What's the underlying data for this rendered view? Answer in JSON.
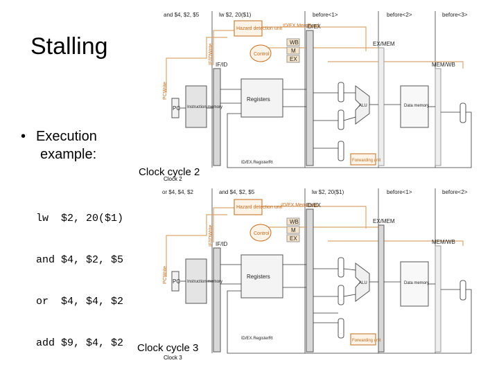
{
  "slide": {
    "title": "Stalling",
    "bullet_line1": "Execution",
    "bullet_line2": "example:",
    "code_lines": [
      "lw  $2, 20($1)",
      "and $4, $2, $5",
      "or  $4, $4, $2",
      "add $9, $4, $2"
    ]
  },
  "diagram_top": {
    "stage_labels": [
      "and $4, $2, $5",
      "lw $2, 20($1)",
      "before<1>",
      "before<2>",
      "before<3>"
    ],
    "caption": "Clock cycle 2",
    "small_caption": "Clock 2",
    "blocks": {
      "hazard": "Hazard detection unit",
      "control": "Control",
      "im": "Instruction memory",
      "regs": "Registers",
      "alu": "ALU",
      "dm": "Data memory",
      "fwd": "Forwarding unit",
      "ifid": "IF/ID",
      "idex": "ID/EX",
      "exmem": "EX/MEM",
      "memwb": "MEM/WB",
      "pc": "PC",
      "pcwrite": "PCWrite",
      "ifidwrite": "IF/IDWrite",
      "idexmemread": "ID/EX.MemRead",
      "idexrt": "ID/EX.RegisterRt",
      "wb": "WB",
      "m": "M",
      "ex": "EX"
    }
  },
  "diagram_bottom": {
    "stage_labels": [
      "or $4, $4, $2",
      "and $4, $2, $5",
      "lw $2, 20($1)",
      "before<1>",
      "before<2>"
    ],
    "caption": "Clock cycle 3",
    "small_caption": "Clock 3",
    "blocks": {
      "hazard": "Hazard detection unit",
      "control": "Control",
      "im": "Instruction memory",
      "regs": "Registers",
      "alu": "ALU",
      "dm": "Data memory",
      "fwd": "Forwarding unit",
      "ifid": "IF/ID",
      "idex": "ID/EX",
      "exmem": "EX/MEM",
      "memwb": "MEM/WB",
      "pc": "PC",
      "pcwrite": "PCWrite",
      "ifidwrite": "IF/IDWrite",
      "idexmemread": "ID/EX.MemRead",
      "idexrt": "ID/EX.RegisterRt",
      "wb": "WB",
      "m": "M",
      "ex": "EX"
    }
  },
  "colors": {
    "accent": "#c46a1a",
    "line": "#222222",
    "pipe": "#d8d8d8"
  }
}
